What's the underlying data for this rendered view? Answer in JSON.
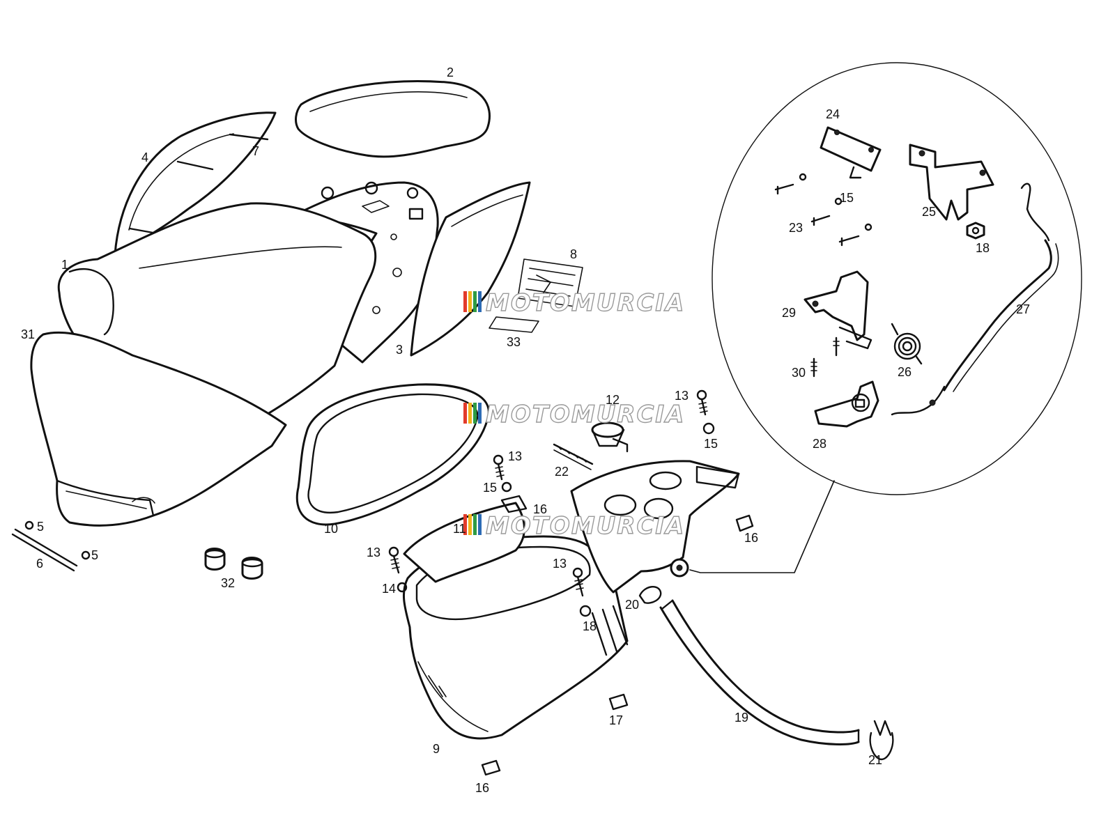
{
  "watermark": {
    "text": "MOTOMURCIA",
    "stripe_colors": [
      "#e23b2a",
      "#f3b21b",
      "#2f9b43",
      "#2d6bb5"
    ]
  },
  "callouts": [
    {
      "id": "1",
      "label": "1"
    },
    {
      "id": "2",
      "label": "2"
    },
    {
      "id": "3",
      "label": "3"
    },
    {
      "id": "4",
      "label": "4"
    },
    {
      "id": "5a",
      "label": "5"
    },
    {
      "id": "5b",
      "label": "5"
    },
    {
      "id": "6",
      "label": "6"
    },
    {
      "id": "7",
      "label": "7"
    },
    {
      "id": "8",
      "label": "8"
    },
    {
      "id": "9",
      "label": "9"
    },
    {
      "id": "10",
      "label": "10"
    },
    {
      "id": "11",
      "label": "11"
    },
    {
      "id": "12",
      "label": "12"
    },
    {
      "id": "13a",
      "label": "13"
    },
    {
      "id": "13b",
      "label": "13"
    },
    {
      "id": "13c",
      "label": "13"
    },
    {
      "id": "13d",
      "label": "13"
    },
    {
      "id": "14",
      "label": "14"
    },
    {
      "id": "15a",
      "label": "15"
    },
    {
      "id": "15b",
      "label": "15"
    },
    {
      "id": "15c",
      "label": "15"
    },
    {
      "id": "16a",
      "label": "16"
    },
    {
      "id": "16b",
      "label": "16"
    },
    {
      "id": "16c",
      "label": "16"
    },
    {
      "id": "17",
      "label": "17"
    },
    {
      "id": "18a",
      "label": "18"
    },
    {
      "id": "18b",
      "label": "18"
    },
    {
      "id": "19",
      "label": "19"
    },
    {
      "id": "20",
      "label": "20"
    },
    {
      "id": "21",
      "label": "21"
    },
    {
      "id": "22",
      "label": "22"
    },
    {
      "id": "23",
      "label": "23"
    },
    {
      "id": "24",
      "label": "24"
    },
    {
      "id": "25",
      "label": "25"
    },
    {
      "id": "26",
      "label": "26"
    },
    {
      "id": "27",
      "label": "27"
    },
    {
      "id": "28",
      "label": "28"
    },
    {
      "id": "29",
      "label": "29"
    },
    {
      "id": "30",
      "label": "30"
    },
    {
      "id": "31",
      "label": "31"
    },
    {
      "id": "32",
      "label": "32"
    },
    {
      "id": "33",
      "label": "33"
    }
  ]
}
